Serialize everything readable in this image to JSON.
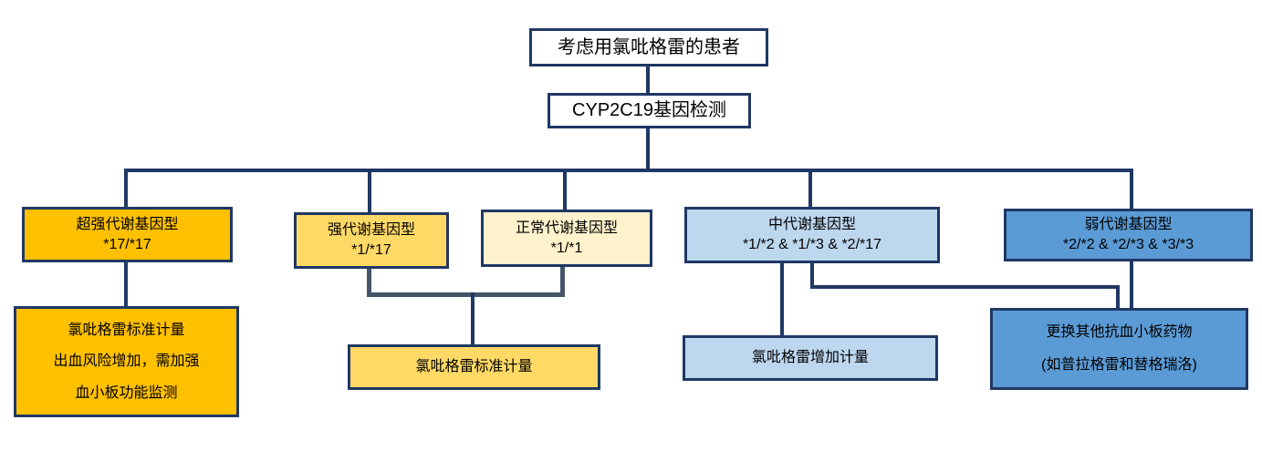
{
  "title": "CYP2C19基因检测指导氯吡格雷用药流程图",
  "colors": {
    "border_navy": "#1F3864",
    "connector_navy": "#1F3864",
    "connector_gray": "#44546A",
    "white": "#FFFFFF",
    "orange": "#FFC000",
    "yellow": "#FFD966",
    "cream": "#FFF2CC",
    "light_blue": "#BDD7EE",
    "mid_blue": "#5B9BD5",
    "text": "#000000"
  },
  "nodes": {
    "patient": {
      "line1": "考虑用氯吡格雷的患者"
    },
    "test": {
      "line1": "CYP2C19基因检测"
    },
    "ultrarapid": {
      "line1": "超强代谢基因型",
      "line2": "*17/*17"
    },
    "rapid": {
      "line1": "强代谢基因型",
      "line2": "*1/*17"
    },
    "normal": {
      "line1": "正常代谢基因型",
      "line2": "*1/*1"
    },
    "intermediate": {
      "line1": "中代谢基因型",
      "line2": "*1/*2 & *1/*3 & *2/*17"
    },
    "poor": {
      "line1": "弱代谢基因型",
      "line2": "*2/*2 & *2/*3 & *3/*3"
    },
    "ultrarapid_action": {
      "line1": "氯吡格雷标准计量",
      "line2": "出血风险增加，需加强",
      "line3": "血小板功能监测"
    },
    "rapid_normal_action": {
      "line1": "氯吡格雷标准计量"
    },
    "intermediate_action": {
      "line1": "氯吡格雷增加计量"
    },
    "poor_action": {
      "line1": "更换其他抗血小板药物",
      "line2": "(如普拉格雷和替格瑞洛)"
    }
  }
}
